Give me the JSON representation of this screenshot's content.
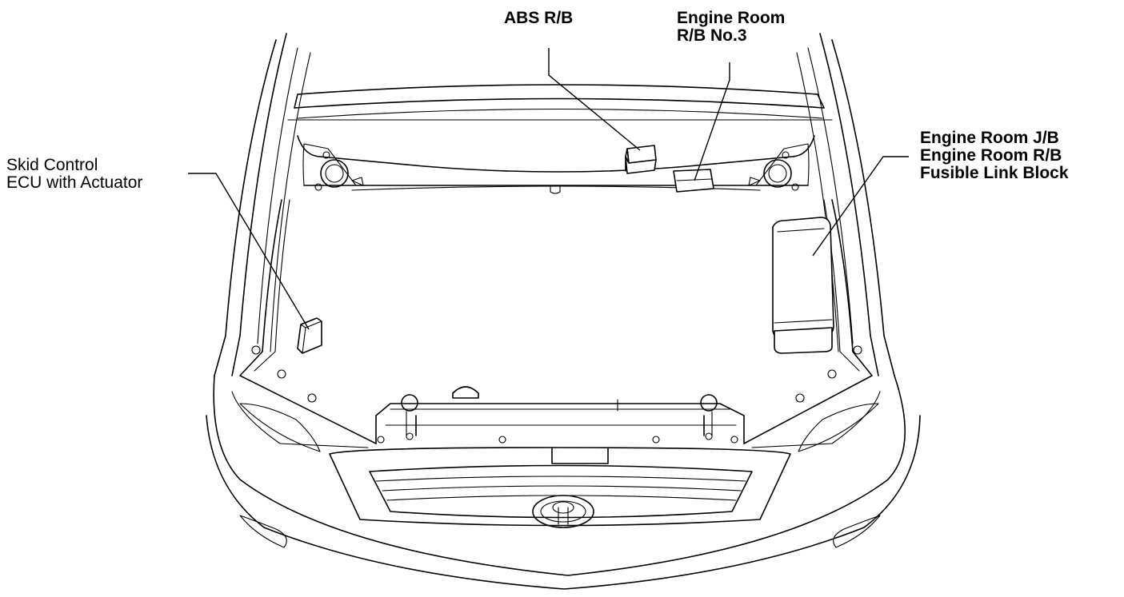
{
  "labels": {
    "abs_rb": {
      "lines": [
        "ABS R/B"
      ]
    },
    "engine_room_rb3": {
      "lines": [
        "Engine Room",
        "R/B No.3"
      ]
    },
    "engine_room_group": {
      "lines": [
        "Engine Room J/B",
        "Engine Room R/B",
        "Fusible Link Block"
      ]
    },
    "skid_control": {
      "lines": [
        "Skid Control",
        "ECU with Actuator"
      ]
    }
  }
}
